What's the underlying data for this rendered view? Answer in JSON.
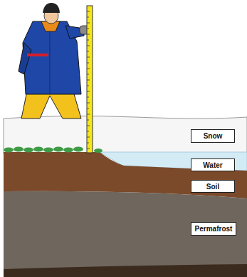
{
  "diagram": {
    "nodes": [
      {
        "text": [
          "Snow"
        ]
      },
      {
        "text": [
          "Water"
        ]
      },
      {
        "text": [
          "Soil"
        ]
      },
      {
        "text": [
          "Permafrost"
        ]
      }
    ]
  }
}
